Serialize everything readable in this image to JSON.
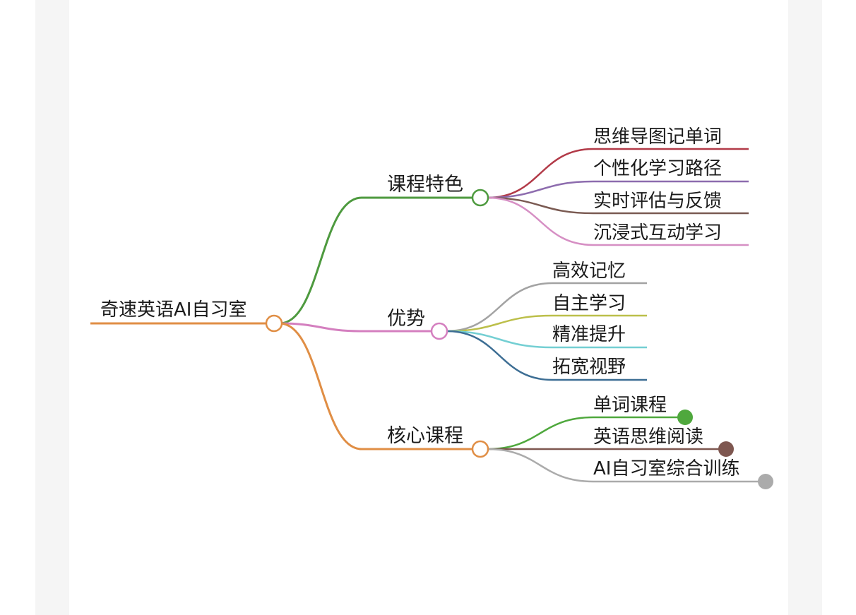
{
  "root": {
    "label": "奇速英语AI自习室",
    "color": "#e08e45"
  },
  "branches": [
    {
      "label": "课程特色",
      "color": "#4e9a3f",
      "children": [
        {
          "label": "思维导图记单词",
          "color": "#b23a48"
        },
        {
          "label": "个性化学习路径",
          "color": "#8d6cae"
        },
        {
          "label": "实时评估与反馈",
          "color": "#7a5a52"
        },
        {
          "label": "沉浸式互动学习",
          "color": "#d68fc4"
        }
      ]
    },
    {
      "label": "优势",
      "color": "#d47fbf",
      "children": [
        {
          "label": "高效记忆",
          "color": "#a3a3a3"
        },
        {
          "label": "自主学习",
          "color": "#bcbf4a"
        },
        {
          "label": "精准提升",
          "color": "#74cfd3"
        },
        {
          "label": "拓宽视野",
          "color": "#3d6e94"
        }
      ]
    },
    {
      "label": "核心课程",
      "color": "#e08e45",
      "children": [
        {
          "label": "单词课程",
          "color": "#4fa83d",
          "collapsed": true
        },
        {
          "label": "英语思维阅读",
          "color": "#7e5750",
          "collapsed": true
        },
        {
          "label": "AI自习室综合训练",
          "color": "#ababab",
          "collapsed": true
        }
      ]
    }
  ]
}
